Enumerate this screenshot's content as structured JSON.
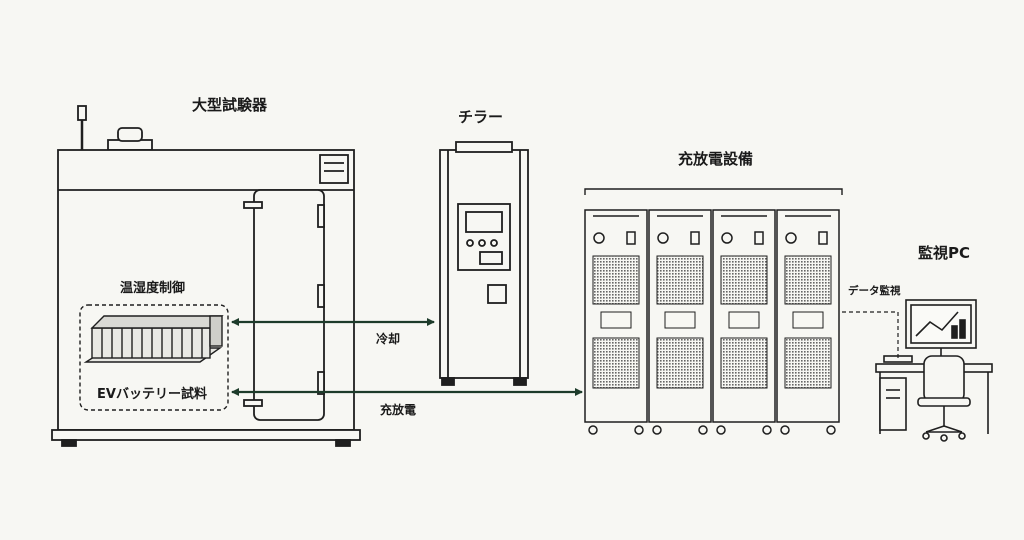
{
  "labels": {
    "chamber": "大型試験器",
    "chiller": "チラー",
    "charger": "充放電設備",
    "pc": "監視PC",
    "temp_control": "温湿度制御",
    "battery": "EVバッテリー試料",
    "cooling": "冷却",
    "charge_discharge": "充放電",
    "data_monitor": "データ監視"
  },
  "colors": {
    "line": "#1f1f1f",
    "arrow": "#1d3b2a",
    "fill": "#f7f7f3",
    "mesh": "#6d6d6d"
  },
  "charger": {
    "unit_count": 4
  }
}
